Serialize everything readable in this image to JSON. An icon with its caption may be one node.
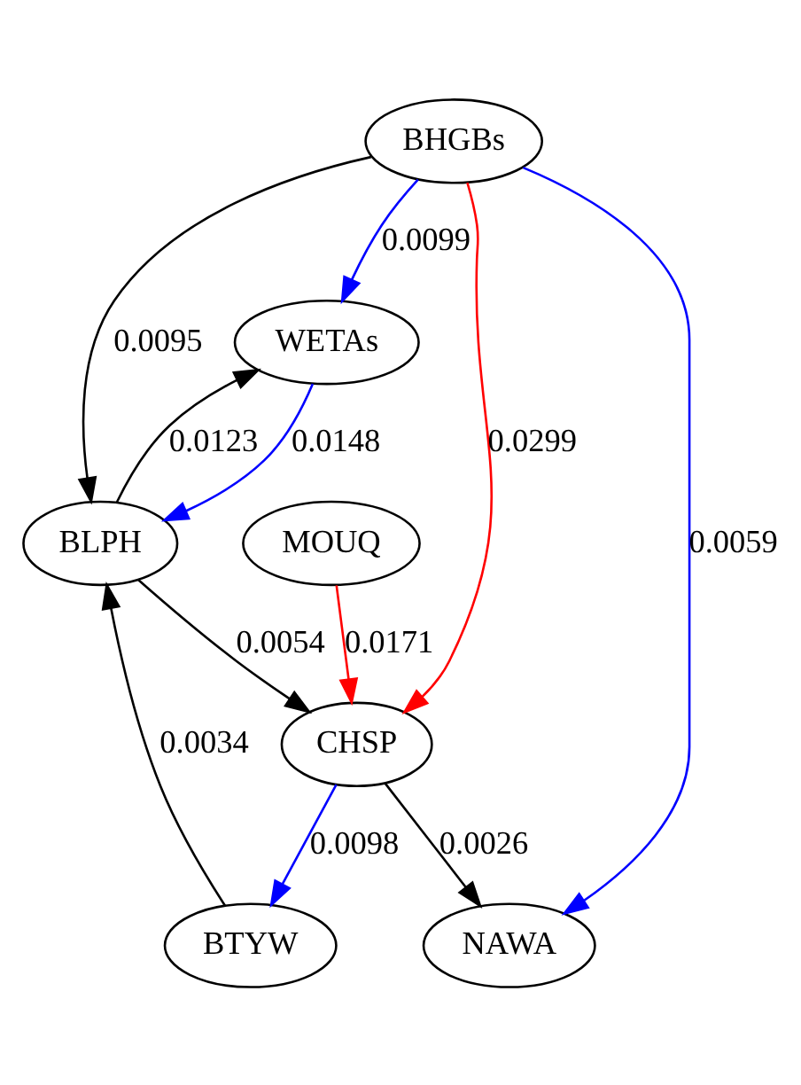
{
  "diagram": {
    "nodes": [
      {
        "text": [
          "BHGBs"
        ]
      },
      {
        "text": [
          "WETAs"
        ]
      },
      {
        "text": [
          "BLPH"
        ]
      },
      {
        "text": [
          "MOUQ"
        ]
      },
      {
        "text": [
          "CHSP"
        ]
      },
      {
        "text": [
          "BTYW"
        ]
      },
      {
        "text": [
          "NAWA"
        ]
      }
    ],
    "edges": [
      {
        "from": 0,
        "to": 1,
        "arrow": "to",
        "label": "0.0099",
        "color": "#0000ff"
      },
      {
        "from": 0,
        "to": 2,
        "arrow": "to",
        "label": "0.0095"
      },
      {
        "from": 0,
        "to": 4,
        "arrow": "to",
        "label": "0.0299",
        "color": "#ff0000"
      },
      {
        "from": 0,
        "to": 6,
        "arrow": "to",
        "label": "0.0059",
        "color": "#0000ff"
      },
      {
        "from": 2,
        "to": 1,
        "arrow": "to",
        "label": "0.0123"
      },
      {
        "from": 1,
        "to": 2,
        "arrow": "to",
        "label": "0.0148",
        "color": "#0000ff"
      },
      {
        "from": 2,
        "to": 4,
        "arrow": "to",
        "label": "0.0054"
      },
      {
        "from": 3,
        "to": 4,
        "arrow": "to",
        "label": "0.0171",
        "color": "#ff0000"
      },
      {
        "from": 4,
        "to": 5,
        "arrow": "to",
        "label": "0.0098",
        "color": "#0000ff"
      },
      {
        "from": 4,
        "to": 6,
        "arrow": "to",
        "label": "0.0026"
      },
      {
        "from": 5,
        "to": 2,
        "arrow": "to",
        "label": "0.0034"
      }
    ]
  }
}
